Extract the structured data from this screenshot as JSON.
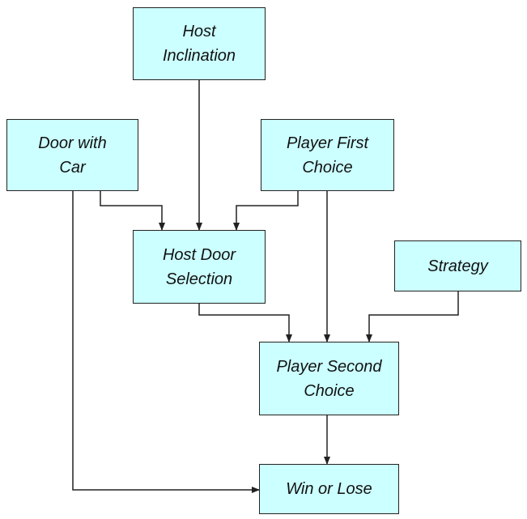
{
  "nodes": {
    "host_inclination": {
      "line1": "Host",
      "line2": "Inclination"
    },
    "door_with_car": {
      "line1": "Door with",
      "line2": "Car"
    },
    "player_first_choice": {
      "line1": "Player First",
      "line2": "Choice"
    },
    "host_door_selection": {
      "line1": "Host Door",
      "line2": "Selection"
    },
    "strategy": {
      "line1": "Strategy"
    },
    "player_second_choice": {
      "line1": "Player Second",
      "line2": "Choice"
    },
    "win_or_lose": {
      "line1": "Win or Lose"
    }
  },
  "edges": [
    {
      "from": "Host Inclination",
      "to": "Host Door Selection"
    },
    {
      "from": "Door with Car",
      "to": "Host Door Selection"
    },
    {
      "from": "Player First Choice",
      "to": "Host Door Selection"
    },
    {
      "from": "Door with Car",
      "to": "Win or Lose"
    },
    {
      "from": "Player First Choice",
      "to": "Player Second Choice"
    },
    {
      "from": "Host Door Selection",
      "to": "Player Second Choice"
    },
    {
      "from": "Strategy",
      "to": "Player Second Choice"
    },
    {
      "from": "Player Second Choice",
      "to": "Win or Lose"
    }
  ],
  "colors": {
    "node_fill": "#ccffff",
    "node_border": "#222222",
    "edge": "#222222"
  }
}
